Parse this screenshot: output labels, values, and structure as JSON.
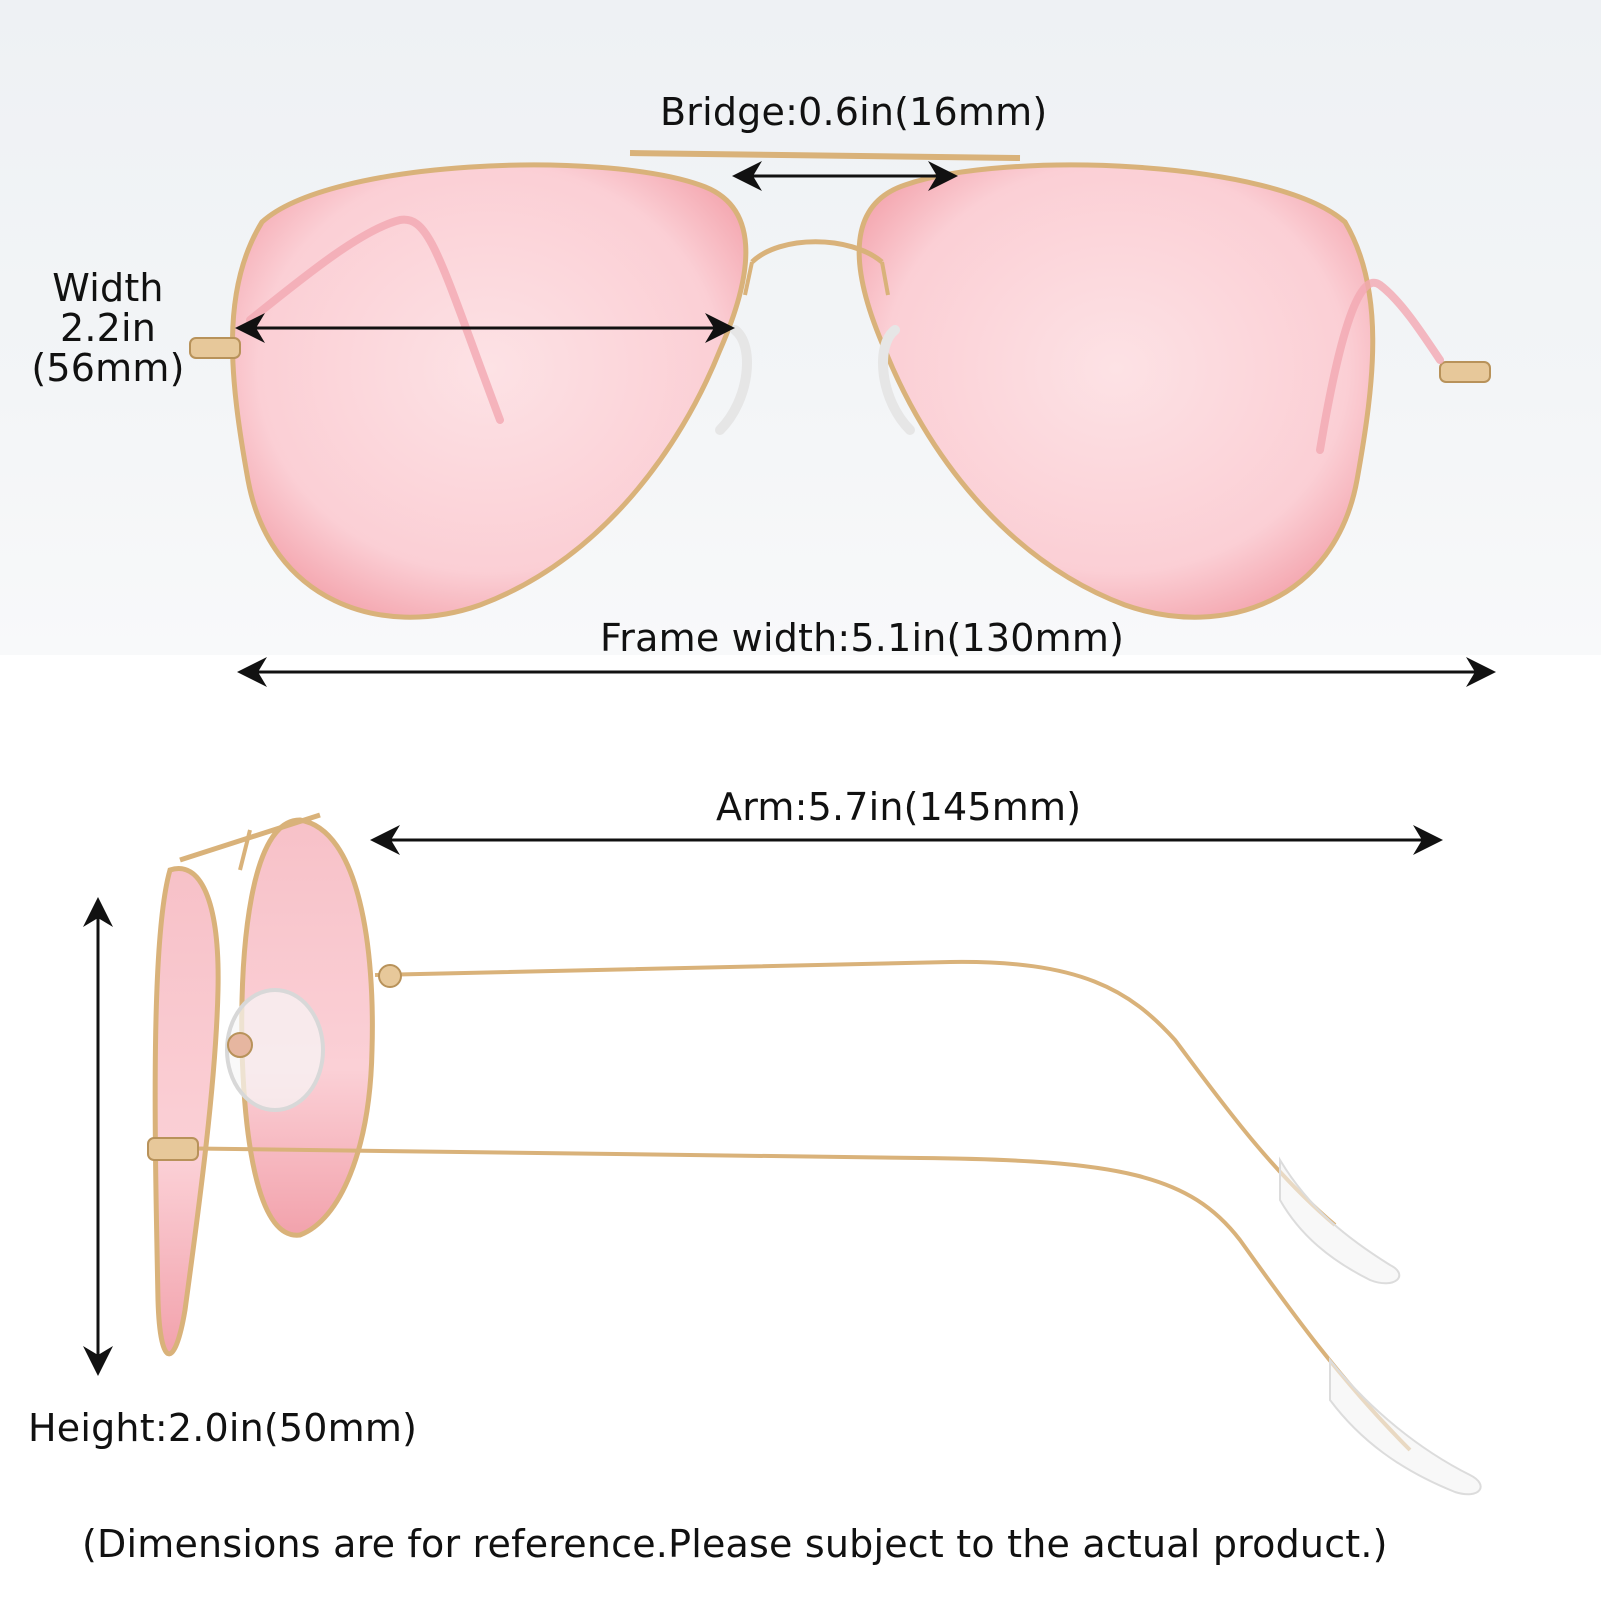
{
  "dimensions": {
    "bridge": "Bridge:0.6in(16mm)",
    "width_line1": "Width",
    "width_line2": "2.2in",
    "width_line3": "(56mm)",
    "frame_width": "Frame width:5.1in(130mm)",
    "arm": "Arm:5.7in(145mm)",
    "height": "Height:2.0in(50mm)"
  },
  "note": "(Dimensions are for reference.Please subject to the actual product.)",
  "colors": {
    "lens": "#fbd3d8",
    "lens_edge": "#f3a9b1",
    "frame_gold": "#d9b27a",
    "arrow": "#111111",
    "top_background": "#eff2f5"
  }
}
